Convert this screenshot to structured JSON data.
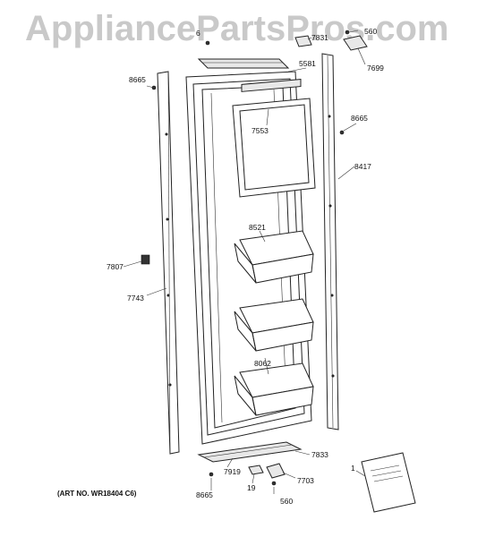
{
  "watermark": {
    "text": "AppliancePartsPros.com"
  },
  "art_number": "(ART NO. WR18404 C6)",
  "labels": {
    "p560_top": "560",
    "p7699": "7699",
    "p6_top": "6",
    "p7831_top": "7831",
    "p5581": "5581",
    "p8665_left": "8665",
    "p8665_right": "8665",
    "p7553": "7553",
    "p8417": "8417",
    "p8521": "8521",
    "p7807": "7807",
    "p7743": "7743",
    "p8062": "8062",
    "p7833": "7833",
    "p7919": "7919",
    "p7703": "7703",
    "p8665_bottom": "8665",
    "p19": "19",
    "p560_bottom": "560",
    "p1": "1"
  }
}
